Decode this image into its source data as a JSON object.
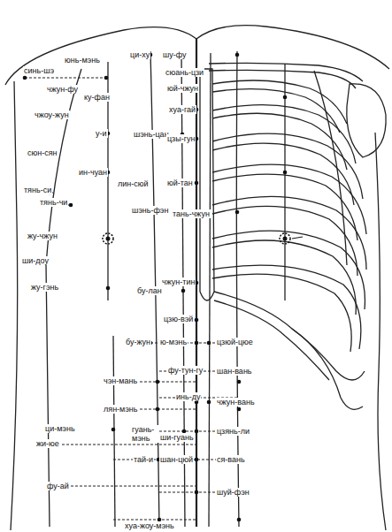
{
  "diagram": {
    "labels": [
      "синь-шэ",
      "юнь-мэнь",
      "ци-ху",
      "шу-фу",
      "сюань-цзи",
      "юй-чжун",
      "чжун-фу",
      "ку-фан",
      "хуа-гай",
      "чжоу-жун",
      "у-и",
      "шэнь-цан",
      "цзы-гун",
      "сюн-сян",
      "ин-чуан",
      "лин-сюй",
      "юй-тан",
      "тянь-си",
      "тянь-чи",
      "шэнь-фэн",
      "тань-чжун",
      "жу-чжун",
      "ши-доу",
      "жу-гэнь",
      "бу-лан",
      "чжун-тин",
      "цзю-вэй",
      "бу-жун",
      "ю-мэнь",
      "цзюй-цюе",
      "фу-тун-гу",
      "чэн-мань",
      "шан-вань",
      "инь-ду",
      "лян-мэнь",
      "чжун-вань",
      "ци-мэнь",
      "гуань-мэнь",
      "ши-гуань",
      "жи-юе",
      "цзянь-ли",
      "тай-и",
      "шан-цюй",
      "ся-вань",
      "фу-ай",
      "шуй-фэн",
      "хуа-жоу-мэнь"
    ]
  }
}
